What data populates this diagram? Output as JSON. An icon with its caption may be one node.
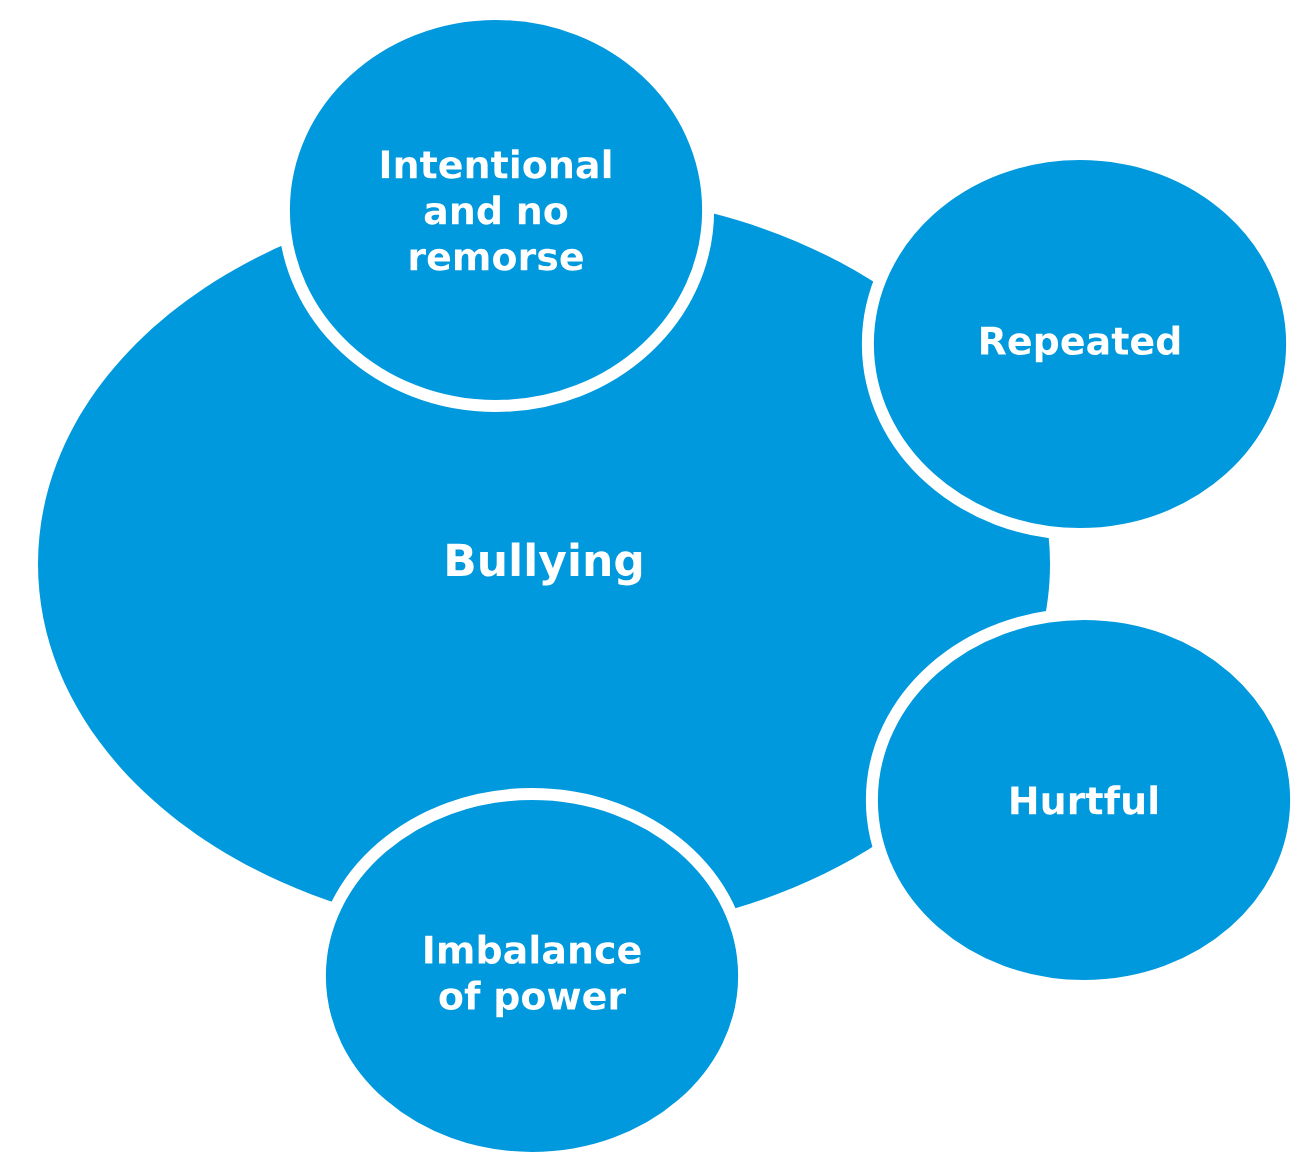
{
  "diagram": {
    "nodes": [
      {
        "text": [
          "Bullying"
        ]
      },
      {
        "text": [
          "Intentional and no remorse"
        ]
      },
      {
        "text": [
          "Repeated"
        ]
      },
      {
        "text": [
          "Hurtful"
        ]
      },
      {
        "text": [
          "Imbalance of power"
        ]
      }
    ]
  }
}
